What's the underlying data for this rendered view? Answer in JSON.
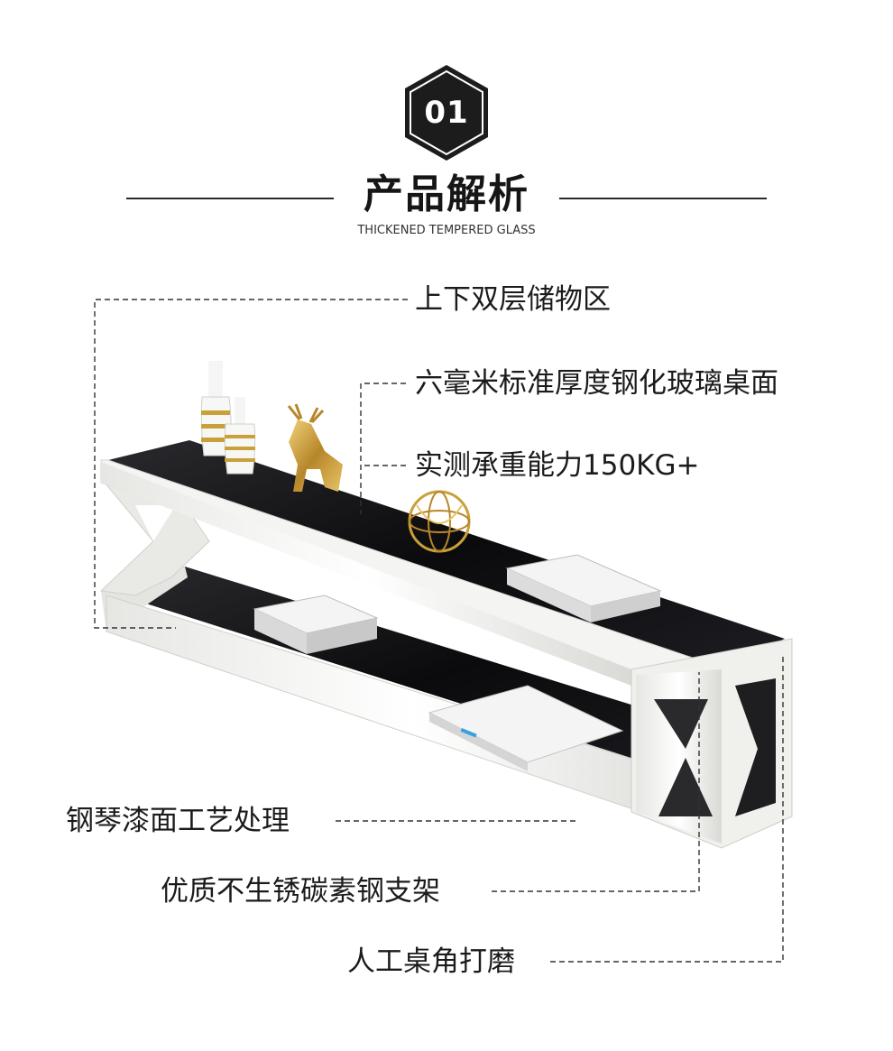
{
  "section": {
    "number": "01",
    "title": "产品解析",
    "subtitle": "THICKENED TEMPERED GLASS"
  },
  "callouts": [
    "上下双层储物区",
    "六毫米标准厚度钢化玻璃桌面",
    "实测承重能力150KG+",
    "钢琴漆面工艺处理",
    "优质不生锈碳素钢支架",
    "人工桌角打磨"
  ],
  "colors": {
    "badge": "#1c1c1c",
    "frame": "#f2f2f0",
    "glass": "#0d0d0f",
    "accent_gold": "#c9a03a"
  }
}
